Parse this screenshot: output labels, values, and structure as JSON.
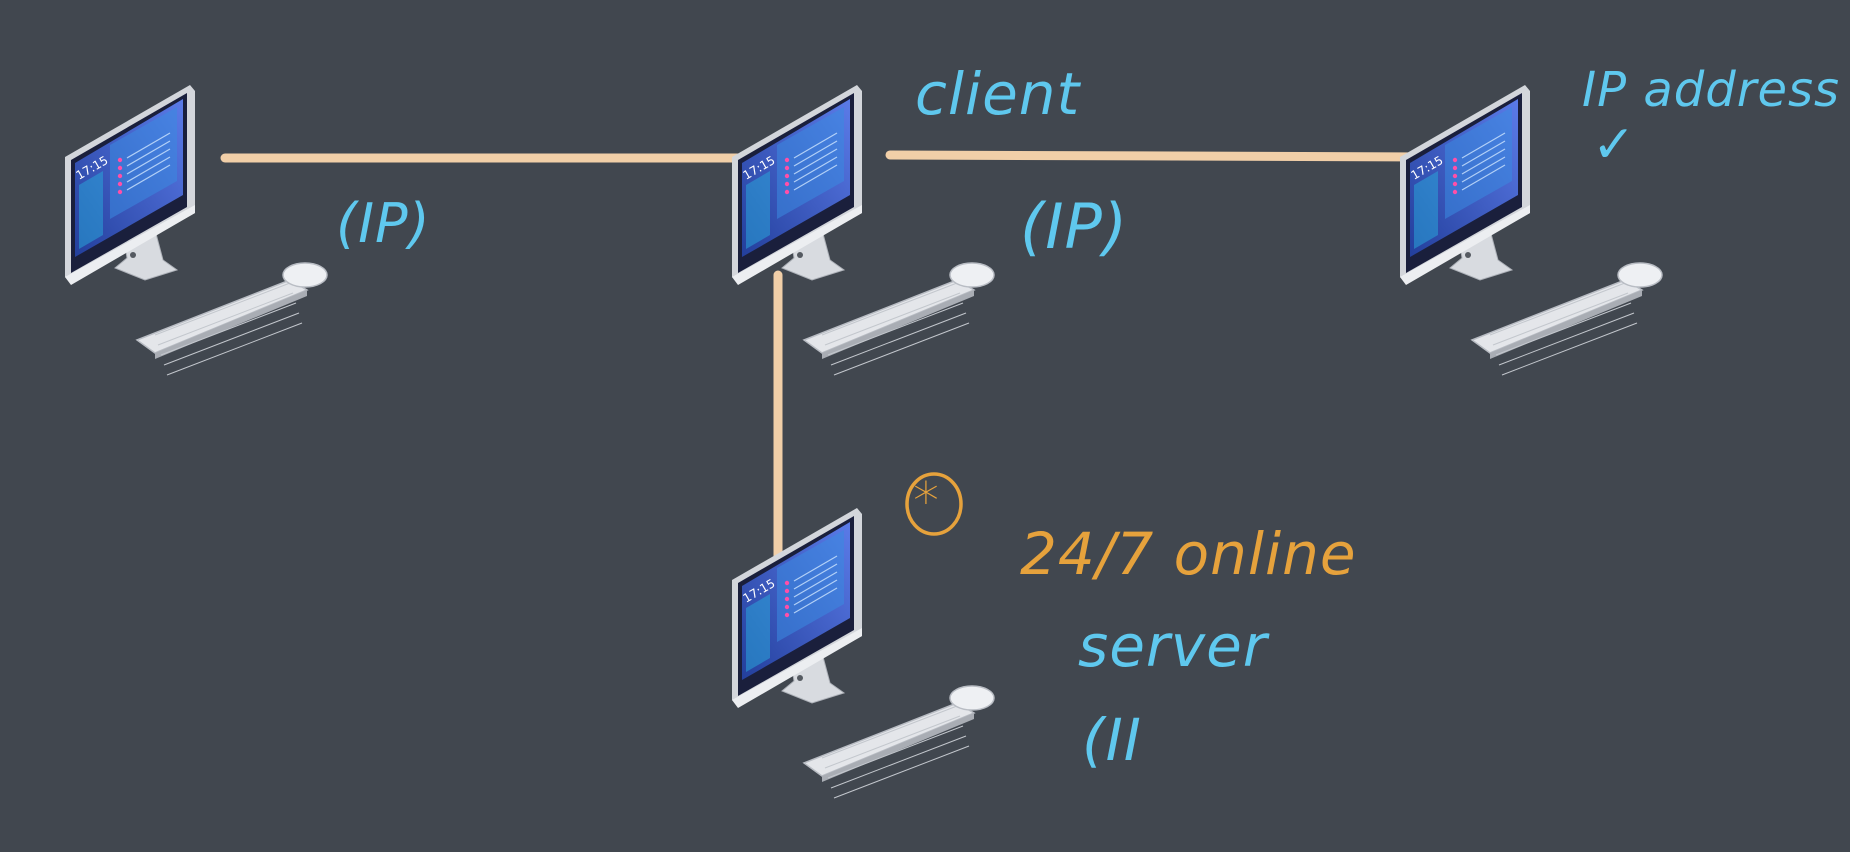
{
  "colors": {
    "background": "#41474f",
    "link": "#f1cfa8",
    "annotation_blue": "#5fc8ee",
    "annotation_orange": "#e6a23c"
  },
  "computers": [
    {
      "id": "pc-left",
      "screen_time": "17:15"
    },
    {
      "id": "pc-center",
      "screen_time": "17:15"
    },
    {
      "id": "pc-right",
      "screen_time": "17:15"
    },
    {
      "id": "pc-server",
      "screen_time": "17:15"
    }
  ],
  "annotations": {
    "left_ip": "(IP)",
    "center_label": "client",
    "center_ip": "(IP)",
    "right_label": "IP address",
    "right_check": "✓",
    "server_star": "*",
    "server_online": "24/7 online",
    "server_label": "server",
    "server_ip": "(II"
  }
}
